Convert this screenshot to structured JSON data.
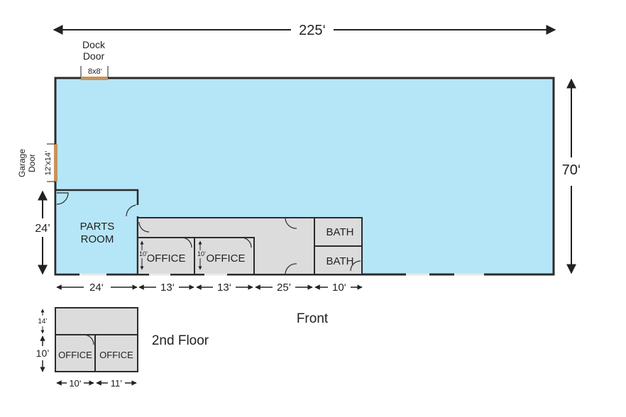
{
  "dimensions": {
    "total_width": "225‘",
    "total_depth": "70‘",
    "parts_room_depth": "24’",
    "segments": [
      "24‘",
      "13‘",
      "13‘",
      "25’",
      "10‘"
    ]
  },
  "doors": {
    "dock_door_label": "Dock Door",
    "dock_door_size": "8x8‘",
    "garage_door_label": "Garage Door",
    "garage_door_size": "12’x14’"
  },
  "rooms": {
    "parts_room": "PARTS ROOM",
    "office_1": "OFFICE",
    "office_2": "OFFICE",
    "office_height": "10’",
    "bath_1": "BATH",
    "bath_2": "BATH"
  },
  "front_label": "Front",
  "second_floor": {
    "label": "2nd Floor",
    "office_1": "OFFICE",
    "office_2": "OFFICE",
    "dim_top": "14’",
    "dim_side": "10’",
    "dim_bottom": [
      "10‘",
      "11’"
    ]
  },
  "colors": {
    "warehouse_fill": "#b5e6f7",
    "office_fill": "#dcdcdc",
    "wall": "#2b2b2b",
    "door_accent": "#c9935a"
  }
}
